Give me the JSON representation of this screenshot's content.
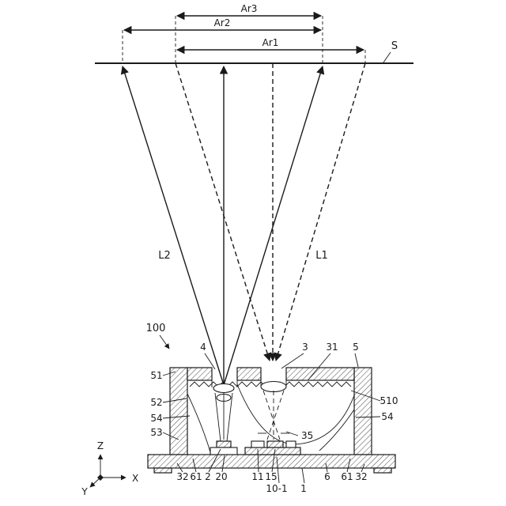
{
  "diagram": {
    "surface": {
      "label": "S"
    },
    "ranges": {
      "ar1": "Ar1",
      "ar2": "Ar2",
      "ar3": "Ar3"
    },
    "rays": {
      "l1": "L1",
      "l2": "L2"
    },
    "device": {
      "ref": "100"
    },
    "parts": {
      "p4": "4",
      "p3": "3",
      "p31": "31",
      "p5": "5",
      "p51": "51",
      "p52": "52",
      "p53": "53",
      "p54_left": "54",
      "p54_right": "54",
      "p510": "510",
      "p35": "35",
      "p32_left": "32",
      "p61_left": "61",
      "p2": "2",
      "p20": "20",
      "p11": "11",
      "p15": "15",
      "p10_1": "10-1",
      "p1": "1",
      "p6": "6",
      "p61_right": "61",
      "p32_right": "32"
    },
    "axes": {
      "x": "X",
      "y": "Y",
      "z": "Z"
    },
    "colors": {
      "line": "#1a1a1a",
      "background": "#ffffff"
    }
  }
}
